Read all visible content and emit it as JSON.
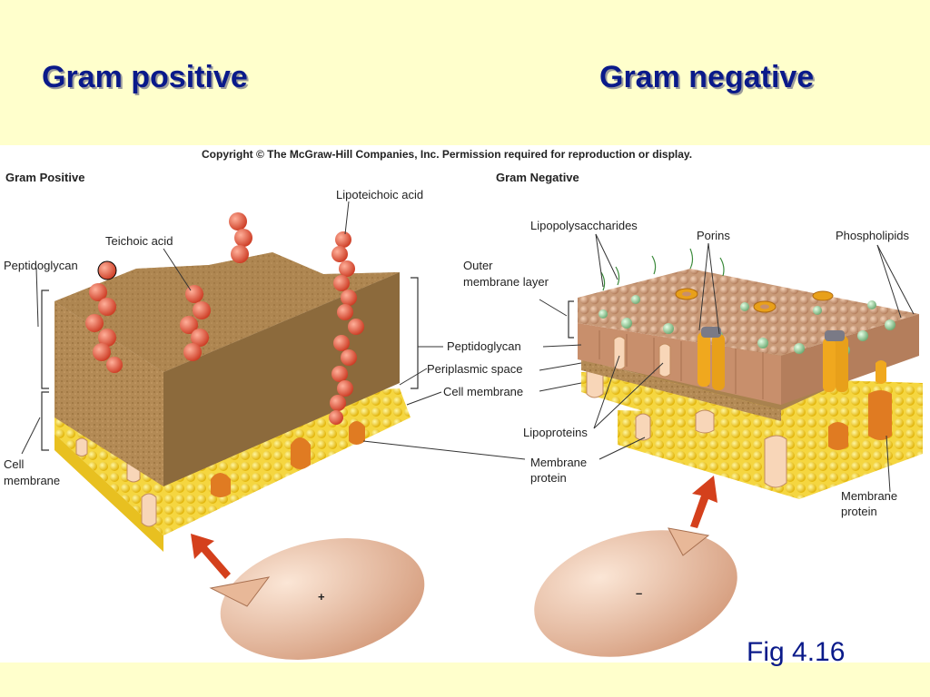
{
  "slide": {
    "title_left": "Gram positive",
    "title_right": "Gram negative",
    "figure_number": "Fig 4.16"
  },
  "figure": {
    "copyright": "Copyright © The McGraw-Hill Companies, Inc. Permission required for reproduction or display.",
    "gram_positive": {
      "panel_title": "Gram Positive",
      "labels": {
        "lipoteichoic_acid": "Lipoteichoic acid",
        "teichoic_acid": "Teichoic acid",
        "peptidoglycan_left": "Peptidoglycan",
        "cell_membrane_line1": "Cell",
        "cell_membrane_line2": "membrane",
        "peptidoglycan_right": "Peptidoglycan",
        "periplasmic_space": "Periplasmic space",
        "cell_membrane_right": "Cell membrane"
      },
      "cell_charge": "+"
    },
    "gram_negative": {
      "panel_title": "Gram Negative",
      "labels": {
        "lipopolysaccharides": "Lipopolysaccharides",
        "porins": "Porins",
        "phospholipids": "Phospholipids",
        "outer_membrane_line1": "Outer",
        "outer_membrane_line2": "membrane layer",
        "lipoproteins": "Lipoproteins",
        "membrane_protein_mid_line1": "Membrane",
        "membrane_protein_mid_line2": "protein",
        "membrane_protein_right_line1": "Membrane",
        "membrane_protein_right_line2": "protein"
      },
      "cell_charge": "–"
    },
    "colors": {
      "peptidoglycan": "#b8925c",
      "membrane_head": "#f2cc1c",
      "teichoic": "#e05a3a",
      "protein": "#e38a2a",
      "cell_body": "#f0c8a8",
      "arrow": "#d4401c",
      "title_blue": "#0a1a8a"
    }
  }
}
